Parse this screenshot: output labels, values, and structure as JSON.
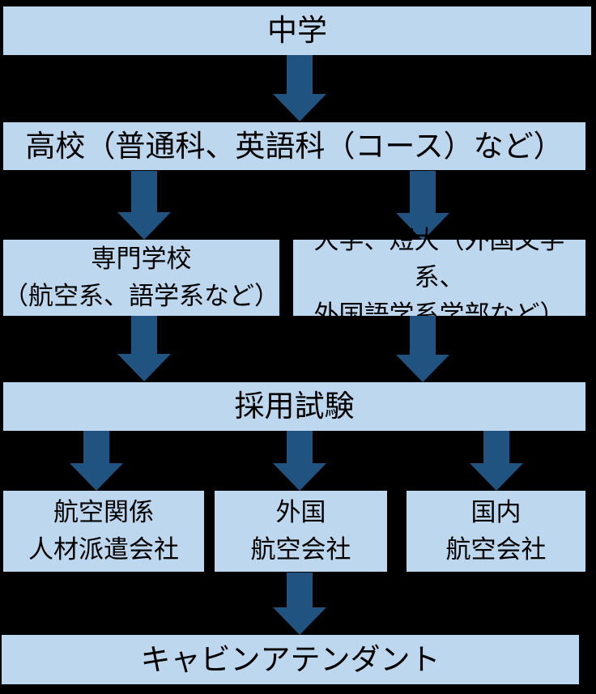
{
  "diagram": {
    "type": "flowchart",
    "topic": "Career path to cabin attendant",
    "colors": {
      "background": "#000000",
      "box_fill": "#BDD7EE",
      "arrow": "#215380",
      "text": "#000000"
    },
    "nodes": {
      "junior_high": {
        "label": "中学"
      },
      "high_school": {
        "label": "高校（普通科、英語科（コース）など）"
      },
      "vocational_school": {
        "lines": [
          "専門学校",
          "（航空系、語学系など）"
        ]
      },
      "university": {
        "lines": [
          "大学、短大（外国文学系、",
          "外国語学系学部など）"
        ]
      },
      "recruitment_exam": {
        "label": "採用試験"
      },
      "aviation_staffing_company": {
        "lines": [
          "航空関係",
          "人材派遣会社"
        ]
      },
      "foreign_airline": {
        "lines": [
          "外国",
          "航空会社"
        ]
      },
      "domestic_airline": {
        "lines": [
          "国内",
          "航空会社"
        ]
      },
      "cabin_attendant": {
        "label": "キャビンアテンダント"
      }
    },
    "edges": [
      {
        "from": "junior_high",
        "to": "high_school"
      },
      {
        "from": "high_school",
        "to": "vocational_school"
      },
      {
        "from": "high_school",
        "to": "university"
      },
      {
        "from": "vocational_school",
        "to": "recruitment_exam"
      },
      {
        "from": "university",
        "to": "recruitment_exam"
      },
      {
        "from": "recruitment_exam",
        "to": "aviation_staffing_company"
      },
      {
        "from": "recruitment_exam",
        "to": "foreign_airline"
      },
      {
        "from": "recruitment_exam",
        "to": "domestic_airline"
      },
      {
        "from": "foreign_airline",
        "to": "cabin_attendant"
      }
    ]
  }
}
